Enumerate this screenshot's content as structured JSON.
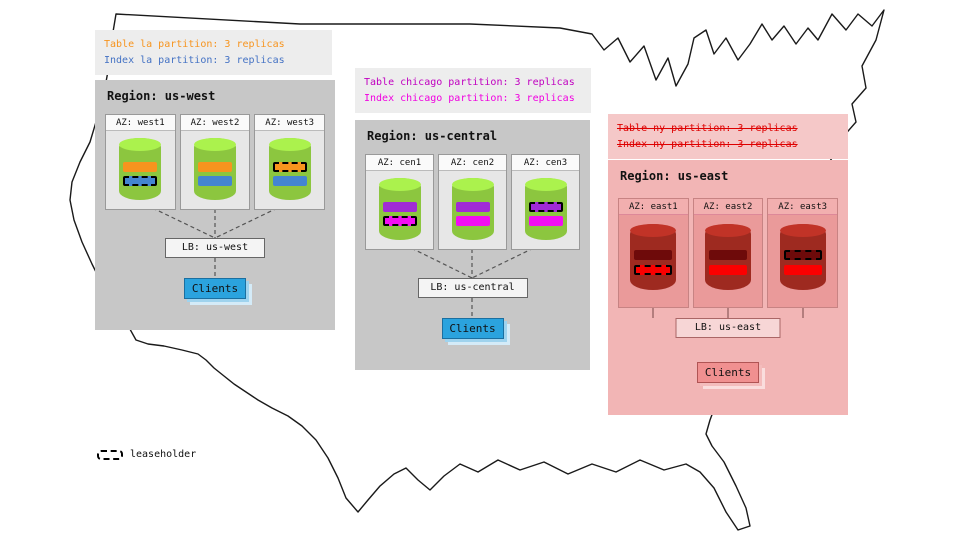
{
  "legend": {
    "label": "leaseholder"
  },
  "annotations": {
    "west": {
      "bg": "#EDEDED",
      "line1": "Table la partition: 3 replicas",
      "line2": "Index la partition: 3 replicas",
      "line1_color": "#F7941E",
      "line2_color": "#4472C4",
      "strikethrough": false
    },
    "central": {
      "bg": "#EDEDED",
      "line1": "Table chicago partition: 3 replicas",
      "line2": "Index chicago partition: 3 replicas",
      "line1_color": "#C000C0",
      "line2_color": "#F000E0",
      "strikethrough": false
    },
    "east": {
      "bg": "#F5C8C8",
      "line1": "Table ny partition: 3 replicas",
      "line2": "Index ny partition: 3 replicas",
      "line1_color": "#DE0000",
      "line2_color": "#DE0000",
      "strikethrough": true
    }
  },
  "regions": {
    "west": {
      "title": "Region: us-west",
      "lb_label": "LB: us-west",
      "clients_label": "Clients",
      "colors": {
        "region_bg": "#C7C7C7",
        "cylinder": "#8CC63F",
        "table_replica": "#F7941E",
        "index_replica": "#4485D1",
        "clients": "#2BA3DE"
      },
      "azs": [
        {
          "label": "AZ: west1",
          "table_leaseholder": false,
          "index_leaseholder": true
        },
        {
          "label": "AZ: west2",
          "table_leaseholder": false,
          "index_leaseholder": false
        },
        {
          "label": "AZ: west3",
          "table_leaseholder": true,
          "index_leaseholder": false
        }
      ]
    },
    "central": {
      "title": "Region: us-central",
      "lb_label": "LB: us-central",
      "clients_label": "Clients",
      "colors": {
        "region_bg": "#C7C7C7",
        "cylinder": "#8CC63F",
        "table_replica": "#A02BD6",
        "index_replica": "#F20DF2",
        "clients": "#2BA3DE"
      },
      "azs": [
        {
          "label": "AZ: cen1",
          "table_leaseholder": false,
          "index_leaseholder": true
        },
        {
          "label": "AZ: cen2",
          "table_leaseholder": false,
          "index_leaseholder": false
        },
        {
          "label": "AZ: cen3",
          "table_leaseholder": true,
          "index_leaseholder": false
        }
      ]
    },
    "east": {
      "title": "Region: us-east",
      "lb_label": "LB: us-east",
      "clients_label": "Clients",
      "colors": {
        "region_bg": "#F2B5B5",
        "cylinder": "#9E2A20",
        "table_replica": "#6E0A0A",
        "index_replica": "#FB0000",
        "clients": "#F09090"
      },
      "azs": [
        {
          "label": "AZ: east1",
          "table_leaseholder": false,
          "index_leaseholder": true
        },
        {
          "label": "AZ: east2",
          "table_leaseholder": false,
          "index_leaseholder": false
        },
        {
          "label": "AZ: east3",
          "table_leaseholder": true,
          "index_leaseholder": false
        }
      ]
    }
  }
}
